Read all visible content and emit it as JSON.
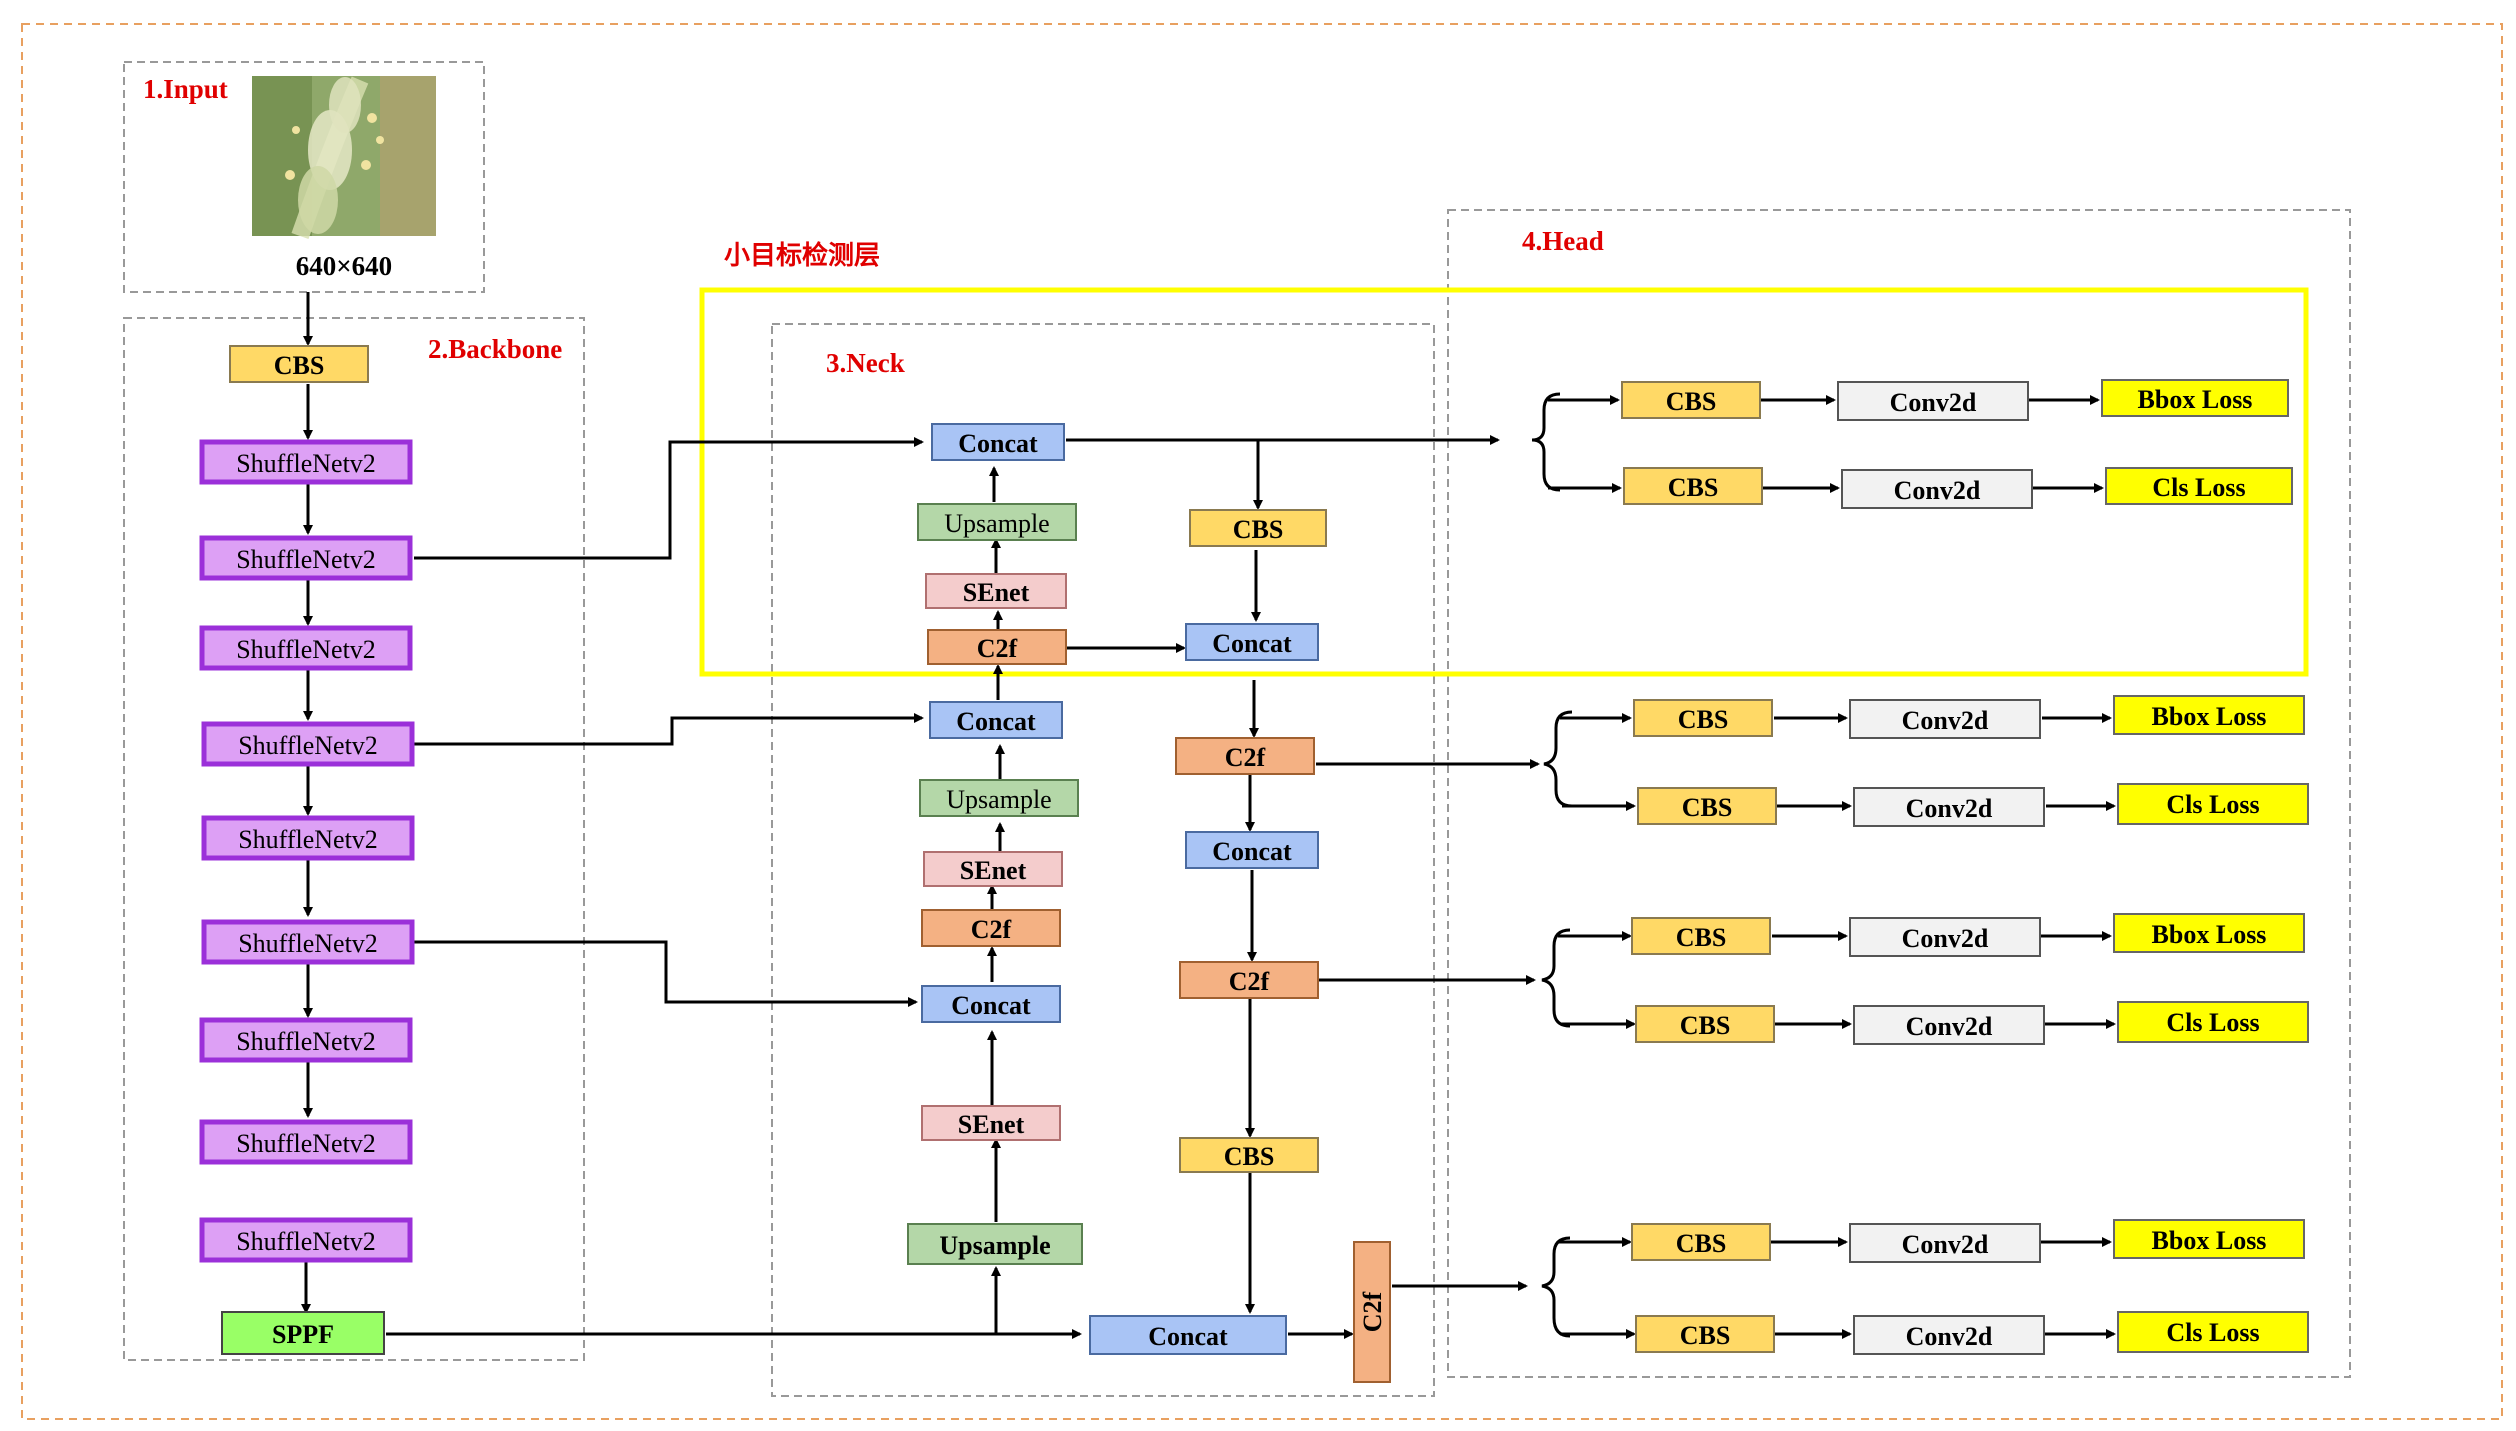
{
  "sections": {
    "input": "1.Input",
    "backbone": "2.Backbone",
    "neck": "3.Neck",
    "head": "4.Head",
    "small_target_layer": "小目标检测层"
  },
  "input": {
    "size_label": "640×640"
  },
  "backbone": {
    "cbs": "CBS",
    "shufflenet": [
      "ShuffleNetv2",
      "ShuffleNetv2",
      "ShuffleNetv2",
      "ShuffleNetv2",
      "ShuffleNetv2",
      "ShuffleNetv2",
      "ShuffleNetv2",
      "ShuffleNetv2",
      "ShuffleNetv2"
    ],
    "sppf": "SPPF"
  },
  "neck": {
    "concat": "Concat",
    "upsample": "Upsample",
    "senet": "SEnet",
    "c2f": "C2f",
    "cbs": "CBS"
  },
  "head": {
    "cbs": "CBS",
    "conv2d": "Conv2d",
    "bbox_loss": "Bbox Loss",
    "cls_loss": "Cls Loss"
  },
  "colors": {
    "cbs": "#ffd966",
    "shufflenet_fill": "#dda0f5",
    "shufflenet_border": "#9b30d9",
    "sppf": "#99ff66",
    "concat": "#a9c4f5",
    "upsample": "#b4d7a8",
    "senet": "#f4cccc",
    "c2f": "#f4b183",
    "conv2d": "#f2f2f2",
    "loss": "#ffff00",
    "section_title": "#e00000",
    "small_target_box": "#ffff00"
  }
}
